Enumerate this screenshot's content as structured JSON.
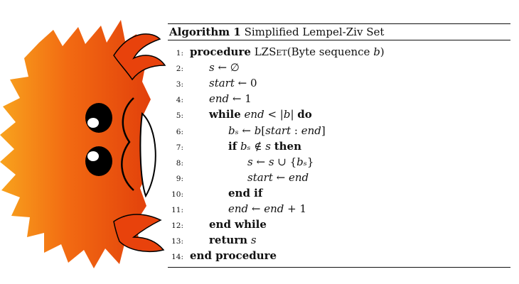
{
  "algorithm": {
    "caption_label": "Algorithm 1",
    "caption_title": "Simplified Lempel-Ziv Set",
    "lines": [
      {
        "n": "1:",
        "indent": 0,
        "parts": [
          {
            "t": "procedure",
            "s": "kw"
          },
          {
            "t": " LZ",
            "s": "p"
          },
          {
            "t": "Set",
            "s": "sc"
          },
          {
            "t": "(Byte sequence ",
            "s": "p"
          },
          {
            "t": "b",
            "s": "v"
          },
          {
            "t": ")",
            "s": "p"
          }
        ]
      },
      {
        "n": "2:",
        "indent": 1,
        "parts": [
          {
            "t": "s",
            "s": "v"
          },
          {
            "t": " ← ∅",
            "s": "p"
          }
        ]
      },
      {
        "n": "3:",
        "indent": 1,
        "parts": [
          {
            "t": "start",
            "s": "v"
          },
          {
            "t": " ← 0",
            "s": "p"
          }
        ]
      },
      {
        "n": "4:",
        "indent": 1,
        "parts": [
          {
            "t": "end",
            "s": "v"
          },
          {
            "t": " ← 1",
            "s": "p"
          }
        ]
      },
      {
        "n": "5:",
        "indent": 1,
        "parts": [
          {
            "t": "while",
            "s": "kw"
          },
          {
            "t": " ",
            "s": "p"
          },
          {
            "t": "end",
            "s": "v"
          },
          {
            "t": " < |",
            "s": "p"
          },
          {
            "t": "b",
            "s": "v"
          },
          {
            "t": "| ",
            "s": "p"
          },
          {
            "t": "do",
            "s": "kw"
          }
        ]
      },
      {
        "n": "6:",
        "indent": 2,
        "parts": [
          {
            "t": "bₛ",
            "s": "v"
          },
          {
            "t": " ← ",
            "s": "p"
          },
          {
            "t": "b",
            "s": "v"
          },
          {
            "t": "[",
            "s": "p"
          },
          {
            "t": "start",
            "s": "v"
          },
          {
            "t": " : ",
            "s": "p"
          },
          {
            "t": "end",
            "s": "v"
          },
          {
            "t": "]",
            "s": "p"
          }
        ]
      },
      {
        "n": "7:",
        "indent": 2,
        "parts": [
          {
            "t": "if",
            "s": "kw"
          },
          {
            "t": " ",
            "s": "p"
          },
          {
            "t": "bₛ",
            "s": "v"
          },
          {
            "t": " ∉ ",
            "s": "p"
          },
          {
            "t": "s",
            "s": "v"
          },
          {
            "t": " ",
            "s": "p"
          },
          {
            "t": "then",
            "s": "kw"
          }
        ]
      },
      {
        "n": "8:",
        "indent": 3,
        "parts": [
          {
            "t": "s",
            "s": "v"
          },
          {
            "t": " ← ",
            "s": "p"
          },
          {
            "t": "s",
            "s": "v"
          },
          {
            "t": " ∪ {",
            "s": "p"
          },
          {
            "t": "bₛ",
            "s": "v"
          },
          {
            "t": "}",
            "s": "p"
          }
        ]
      },
      {
        "n": "9:",
        "indent": 3,
        "parts": [
          {
            "t": "start",
            "s": "v"
          },
          {
            "t": " ← ",
            "s": "p"
          },
          {
            "t": "end",
            "s": "v"
          }
        ]
      },
      {
        "n": "10:",
        "indent": 2,
        "parts": [
          {
            "t": "end if",
            "s": "kw"
          }
        ]
      },
      {
        "n": "11:",
        "indent": 2,
        "parts": [
          {
            "t": "end",
            "s": "v"
          },
          {
            "t": " ← ",
            "s": "p"
          },
          {
            "t": "end",
            "s": "v"
          },
          {
            "t": " + 1",
            "s": "p"
          }
        ]
      },
      {
        "n": "12:",
        "indent": 1,
        "parts": [
          {
            "t": "end while",
            "s": "kw"
          }
        ]
      },
      {
        "n": "13:",
        "indent": 1,
        "parts": [
          {
            "t": "return",
            "s": "kw"
          },
          {
            "t": " ",
            "s": "p"
          },
          {
            "t": "s",
            "s": "v"
          }
        ]
      },
      {
        "n": "14:",
        "indent": 0,
        "parts": [
          {
            "t": "end procedure",
            "s": "kw"
          }
        ]
      }
    ]
  },
  "colors": {
    "mascot_light": "#f7a21b",
    "mascot_dark": "#e8420c",
    "outline": "#000000"
  }
}
